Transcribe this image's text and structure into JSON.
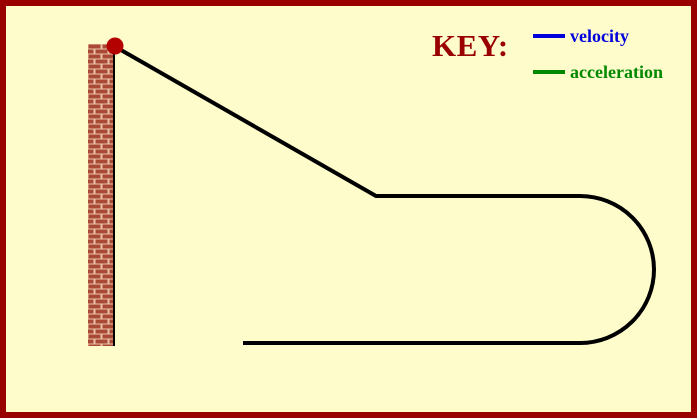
{
  "colors": {
    "background": "#fffccc",
    "frame": "#990000",
    "track": "#000000",
    "wall_mortar": "#ebc2a8",
    "wall_brick": "#a84a36",
    "ball": "#b30000",
    "key_title": "#990000",
    "velocity": "#0000dd",
    "acceleration": "#008800"
  },
  "key": {
    "title": "KEY:",
    "items": [
      {
        "label": "velocity",
        "color": "#0000dd"
      },
      {
        "label": "acceleration",
        "color": "#008800"
      }
    ]
  }
}
